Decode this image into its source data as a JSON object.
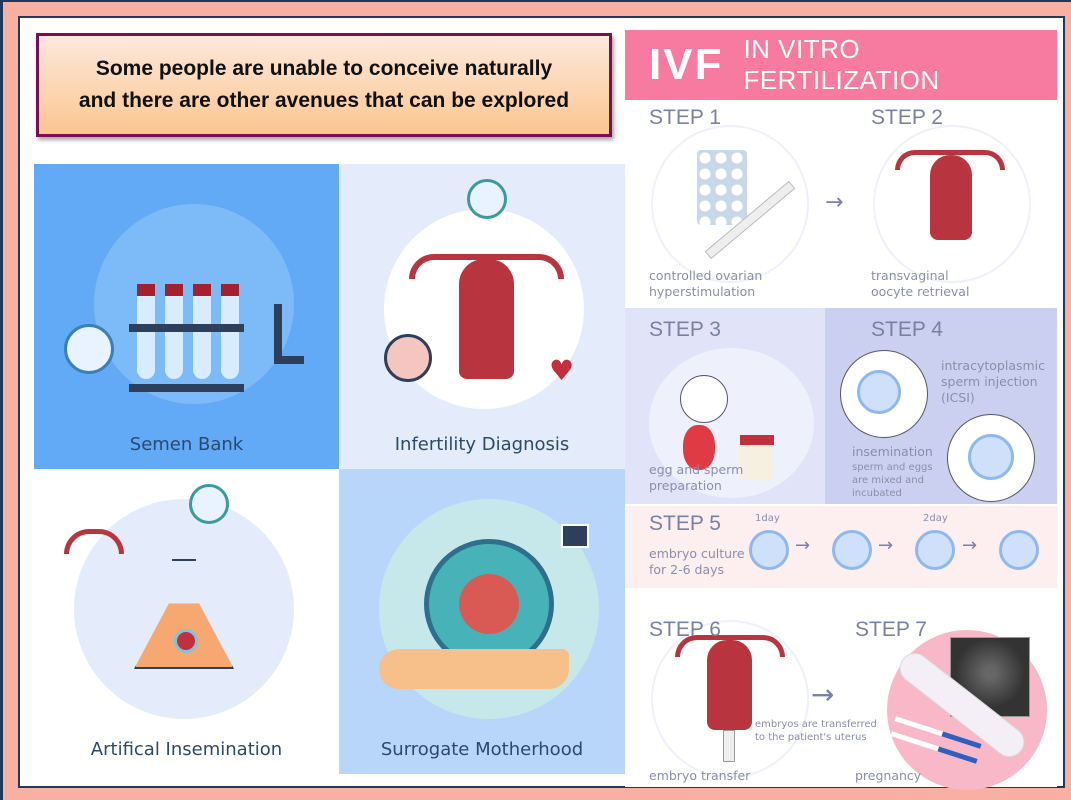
{
  "banner": {
    "line1": "Some people are unable to conceive naturally",
    "line2": "and there are other avenues that can be explored"
  },
  "quadrants": [
    {
      "label": "Semen Bank",
      "color": "#62a9f6"
    },
    {
      "label": "Infertility Diagnosis",
      "color": "#e4ecfb"
    },
    {
      "label": "Artifical Insemination",
      "color": "#ffffff"
    },
    {
      "label": "Surrogate Motherhood",
      "color": "#b8d6fa"
    }
  ],
  "ivf": {
    "abbr": "IVF",
    "title": "IN VITRO FERTILIZATION",
    "accent": "#f77ba0",
    "steps": [
      {
        "label": "STEP 1",
        "caption1": "controlled ovarian",
        "caption2": "hyperstimulation"
      },
      {
        "label": "STEP 2",
        "caption1": "transvaginal",
        "caption2": "oocyte retrieval"
      },
      {
        "label": "STEP 3",
        "caption1": "egg and sperm",
        "caption2": "preparation"
      },
      {
        "label": "STEP 4",
        "caption1": "intracytoplasmic",
        "caption2": "sperm injection",
        "caption3": "(ICSI)",
        "sub_title": "insemination",
        "sub1": "sperm and eggs",
        "sub2": "are mixed and",
        "sub3": "incubated"
      },
      {
        "label": "STEP 5",
        "caption1": "embryo culture",
        "caption2": "for 2-6 days",
        "day1": "1day",
        "day2": "2day"
      },
      {
        "label": "STEP 6",
        "caption1": "embryo transfer",
        "note1": "embryos are transferred",
        "note2": "to the patient's uterus"
      },
      {
        "label": "STEP 7",
        "caption1": "pregnancy"
      }
    ]
  }
}
